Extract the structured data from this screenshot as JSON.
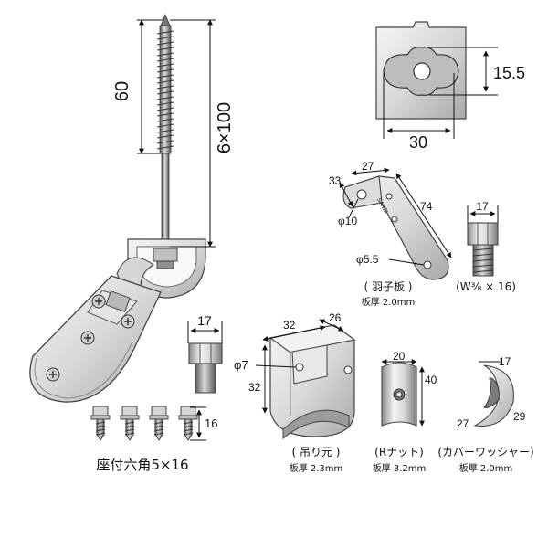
{
  "dimensions": {
    "screw_thread_length": "60",
    "screw_spec": "6×100",
    "plate_height": "15.5",
    "plate_width": "30",
    "wing_a": "33",
    "wing_b": "27",
    "wing_length": "74",
    "wing_hole": "φ10",
    "wing_small_hole": "φ5.5",
    "bolt_width": "17",
    "small_bolt_width": "17",
    "hanger_width": "32",
    "hanger_depth": "26",
    "hanger_hole": "φ7",
    "hanger_height": "32",
    "rnut_width": "20",
    "rnut_height": "40",
    "washer_width": "17",
    "washer_height": "29",
    "washer_inner": "27",
    "screw_set_length": "16"
  },
  "labels": {
    "wing_plate": "( 羽子板 )",
    "wing_plate_thickness": "板厚 2.0mm",
    "bolt_spec": "(W³⁄₈ × 16)",
    "screws_spec": "座付六角5×16",
    "hanger": "( 吊り元 )",
    "hanger_thickness": "板厚 2.3mm",
    "rnut": "(Rナット)",
    "rnut_thickness": "板厚 3.2mm",
    "cover_washer": "(カバーワッシャー)",
    "cover_washer_thickness": "板厚 2.0mm",
    "wing_stamp": "SANEI"
  },
  "colors": {
    "metal_light": "#ededed",
    "metal_mid": "#bdbdbd",
    "metal_dark": "#6f6f6f",
    "line": "#111111"
  }
}
